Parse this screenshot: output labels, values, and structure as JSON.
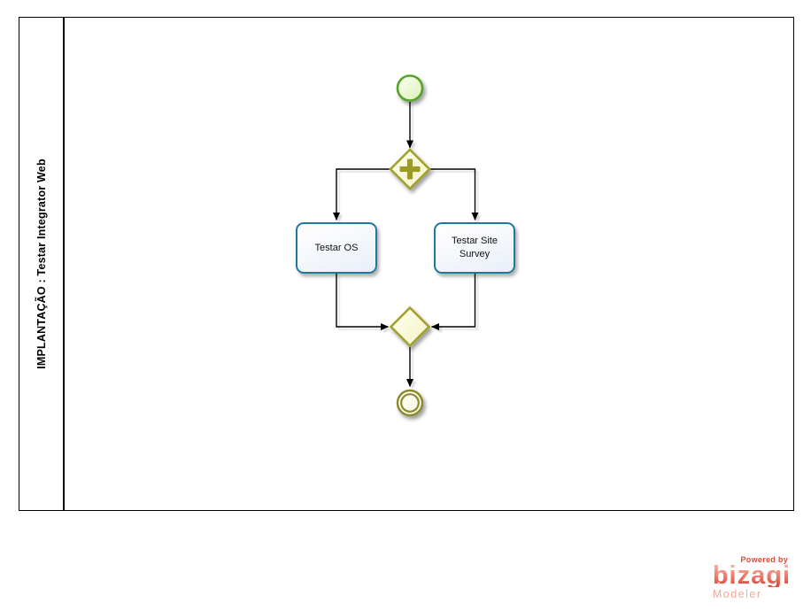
{
  "pool": {
    "label": "IMPLANTAÇÃO : Testar Integrator Web"
  },
  "diagram": {
    "type": "bpmn-process",
    "nodes": [
      {
        "type": "start-event",
        "label": ""
      },
      {
        "type": "parallel-gateway",
        "label": ""
      },
      {
        "type": "task",
        "label": "Testar OS"
      },
      {
        "type": "task",
        "label": "Testar Site Survey"
      },
      {
        "type": "exclusive-gateway",
        "label": ""
      },
      {
        "type": "end-event",
        "label": ""
      }
    ],
    "flows": [
      {
        "from": "start-event",
        "to": "parallel-gateway"
      },
      {
        "from": "parallel-gateway",
        "to": "Testar OS"
      },
      {
        "from": "parallel-gateway",
        "to": "Testar Site Survey"
      },
      {
        "from": "Testar OS",
        "to": "exclusive-gateway"
      },
      {
        "from": "Testar Site Survey",
        "to": "exclusive-gateway"
      },
      {
        "from": "exclusive-gateway",
        "to": "end-event"
      }
    ]
  },
  "branding": {
    "powered_by": "Powered by",
    "brand": "bizagi",
    "product": "Modeler"
  },
  "colors": {
    "task_border": "#20789F",
    "gateway": "#A2A12C",
    "start_event": "#55A42A",
    "end_event": "#8B8B2F",
    "flow_line": "#000000",
    "brand_red": "#DE4937"
  }
}
